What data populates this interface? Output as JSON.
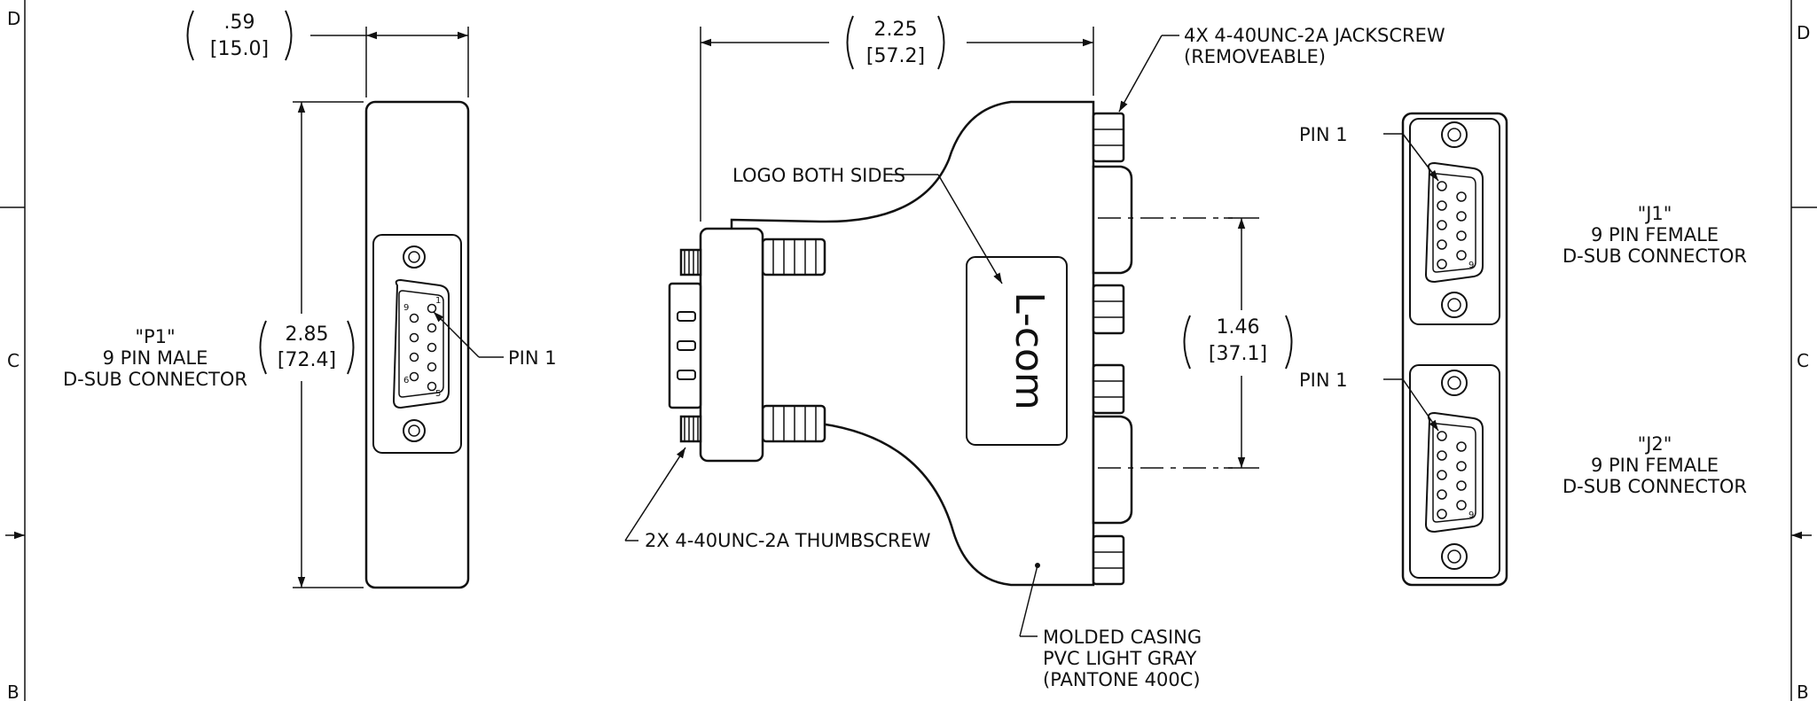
{
  "border": {
    "left_zones": [
      "D",
      "C",
      "B"
    ],
    "right_zones": [
      "D",
      "C",
      "B"
    ]
  },
  "dims": {
    "width_p1": {
      "inch": ".59",
      "mm": "[15.0]"
    },
    "height_p1": {
      "inch": "2.85",
      "mm": "[72.4]"
    },
    "length": {
      "inch": "2.25",
      "mm": "[57.2]"
    },
    "spacing": {
      "inch": "1.46",
      "mm": "[37.1]"
    }
  },
  "labels": {
    "p1": [
      "\"P1\"",
      "9 PIN MALE",
      "D-SUB CONNECTOR"
    ],
    "j1": [
      "\"J1\"",
      "9 PIN FEMALE",
      "D-SUB CONNECTOR"
    ],
    "j2": [
      "\"J2\"",
      "9 PIN FEMALE",
      "D-SUB CONNECTOR"
    ],
    "pin1": "PIN 1",
    "pin1_j1": "PIN 1",
    "pin1_j2": "PIN 1",
    "jackscrew": [
      "4X 4-40UNC-2A JACKSCREW",
      "(REMOVEABLE)"
    ],
    "thumbscrew": "2X 4-40UNC-2A THUMBSCREW",
    "logo_both_sides": "LOGO BOTH SIDES",
    "casing": [
      "MOLDED CASING",
      "PVC LIGHT GRAY",
      "(PANTONE 400C)"
    ],
    "logo_text": "L-com"
  },
  "pin_numbers": {
    "p1_1": "1",
    "p1_5": "5",
    "p1_6": "6",
    "p1_9": "9",
    "j_9": "9"
  }
}
